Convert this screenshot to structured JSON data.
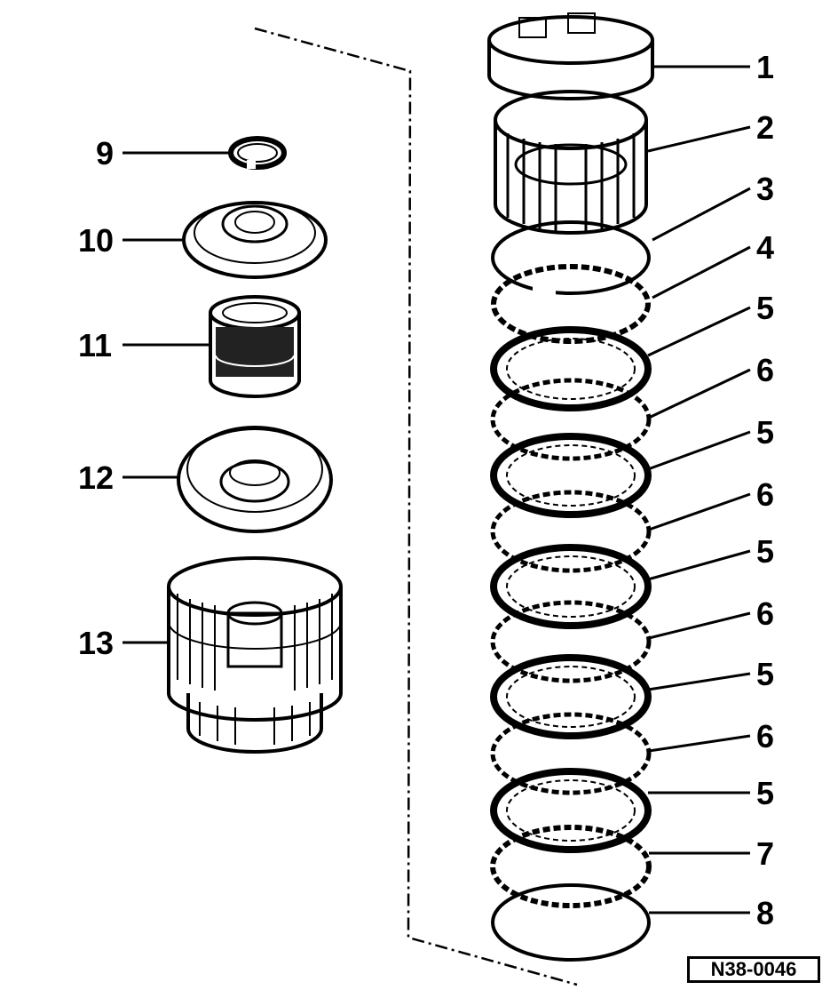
{
  "callouts_right": [
    "1",
    "2",
    "3",
    "4",
    "5",
    "6",
    "5",
    "6",
    "5",
    "6",
    "5",
    "6",
    "5",
    "7",
    "8"
  ],
  "callouts_left": [
    "9",
    "10",
    "11",
    "12",
    "13"
  ],
  "drawing_code": "N38-0046"
}
